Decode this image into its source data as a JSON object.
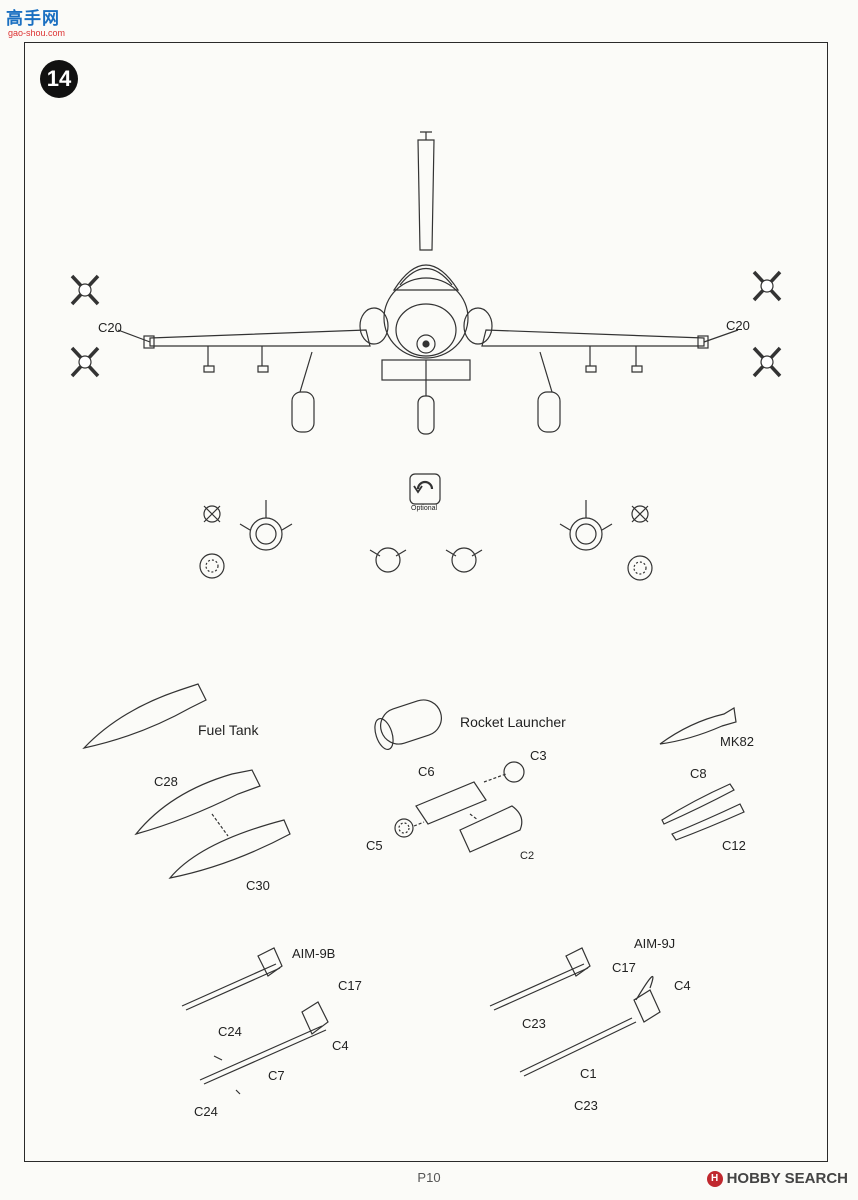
{
  "watermark": {
    "site": "高手网",
    "url": "gao-shou.com"
  },
  "step": {
    "number": "14"
  },
  "labels": {
    "c20_left": "C20",
    "c20_right": "C20",
    "optional": "Optional",
    "fuel_tank": "Fuel Tank",
    "c28": "C28",
    "c30": "C30",
    "rocket_launcher": "Rocket Launcher",
    "c6": "C6",
    "c3": "C3",
    "c5": "C5",
    "c2": "C2",
    "mk82": "MK82",
    "c8": "C8",
    "c12": "C12",
    "aim9b": "AIM-9B",
    "c17_b": "C17",
    "c4_b": "C4",
    "c24_top": "C24",
    "c7": "C7",
    "c24_bottom": "C24",
    "aim9j": "AIM-9J",
    "c17_j": "C17",
    "c4_j": "C4",
    "c23_top": "C23",
    "c1": "C1",
    "c23_bottom": "C23"
  },
  "footer": {
    "page": "P10",
    "brand": "HOBBY SEARCH",
    "brand_mark": "H"
  }
}
